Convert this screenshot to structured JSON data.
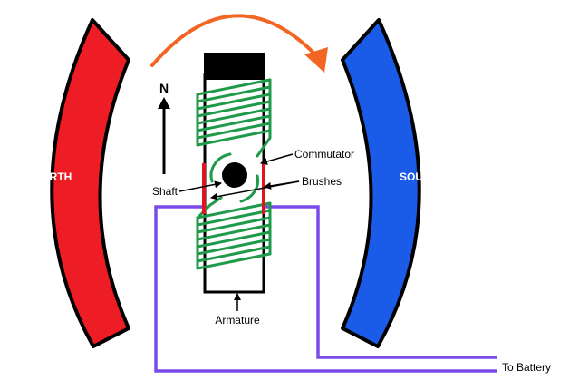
{
  "diagram": {
    "labels": {
      "north": "NORTH",
      "south": "SOUTH",
      "n_arrow": "N",
      "commutator": "Commutator",
      "brushes": "Brushes",
      "shaft": "Shaft",
      "armature": "Armature",
      "to_battery": "To Battery"
    },
    "colors": {
      "north_pole": "#ee1c24",
      "south_pole": "#1a5ce8",
      "coil": "#1f9a4a",
      "rotation_arrow": "#f26522",
      "battery_wire": "#7b4bea",
      "brush": "#e0141e",
      "outline": "#000000"
    }
  }
}
